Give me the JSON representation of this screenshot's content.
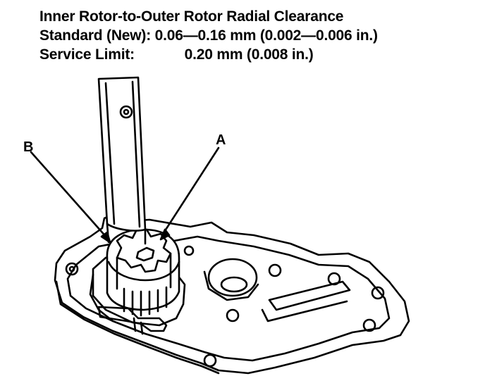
{
  "spec": {
    "title": "Inner Rotor-to-Outer Rotor Radial Clearance",
    "standard_label": "Standard (New):",
    "standard_value": "0.06—0.16 mm (0.002—0.006 in.)",
    "limit_label": "Service Limit:",
    "limit_value": "0.20 mm (0.008 in.)"
  },
  "callouts": {
    "a": "A",
    "b": "B"
  },
  "colors": {
    "ink": "#000000",
    "paper": "#ffffff"
  }
}
